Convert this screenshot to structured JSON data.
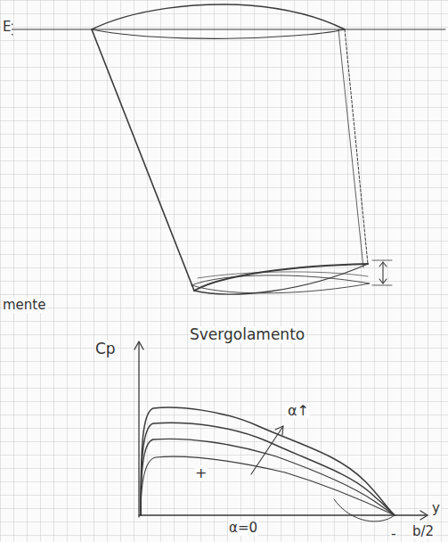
{
  "diagram": {
    "labels": [
      "E",
      "mente",
      "Svergolamento",
      "Cp",
      "α↑",
      "+",
      "α=0",
      "-",
      "y",
      "b/2"
    ]
  }
}
